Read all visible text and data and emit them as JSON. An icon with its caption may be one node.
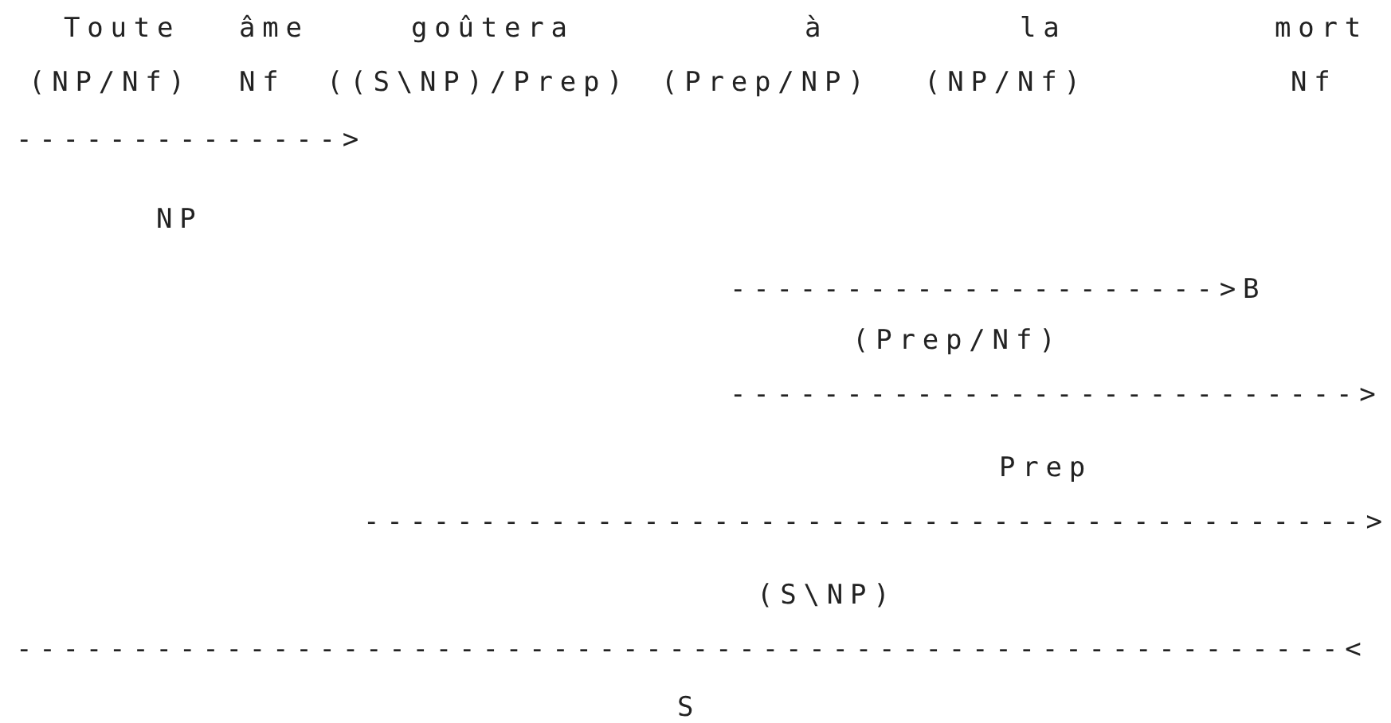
{
  "diagram": {
    "labels": [
      "Toute",
      "âme",
      "goûtera",
      "à",
      "la",
      "mort",
      "(NP/Nf)",
      "Nf",
      "((S\\NP)/Prep)",
      "(Prep/NP)",
      "(NP/Nf)",
      "Nf",
      "-------------->",
      "NP",
      "--------------------->B",
      "(Prep/Nf)",
      "--------------------------->",
      "Prep",
      "------------------------------------------->",
      "(S\\NP)",
      "---------------------------------------------------------<",
      "S"
    ]
  }
}
